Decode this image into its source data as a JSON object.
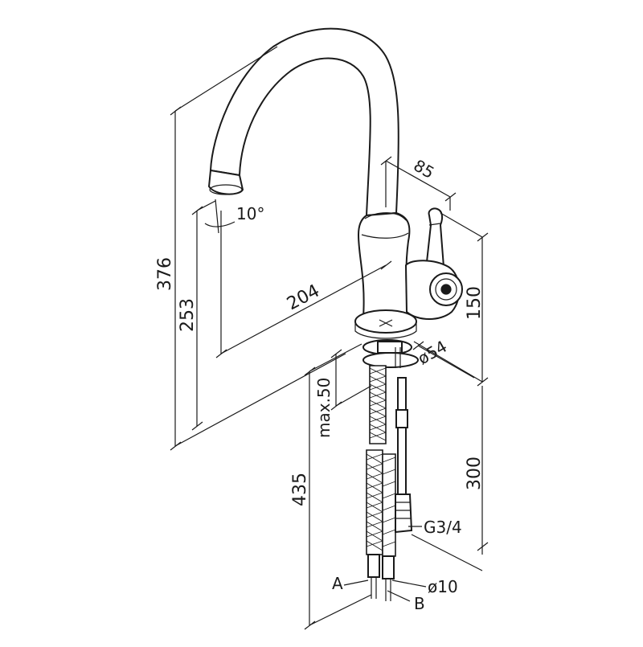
{
  "drawing": {
    "labels": {
      "angle_spout": "10°",
      "height_total": "376",
      "height_outlet": "253",
      "reach": "204",
      "lever_width": "85",
      "body_height": "150",
      "base_diameter": "ø54",
      "counter_thickness": "max.50",
      "hose_length": "435",
      "connection_length": "300",
      "thread": "G3/4",
      "hose_a": "A",
      "hose_b": "B",
      "hose_diameter": "ø10"
    }
  }
}
